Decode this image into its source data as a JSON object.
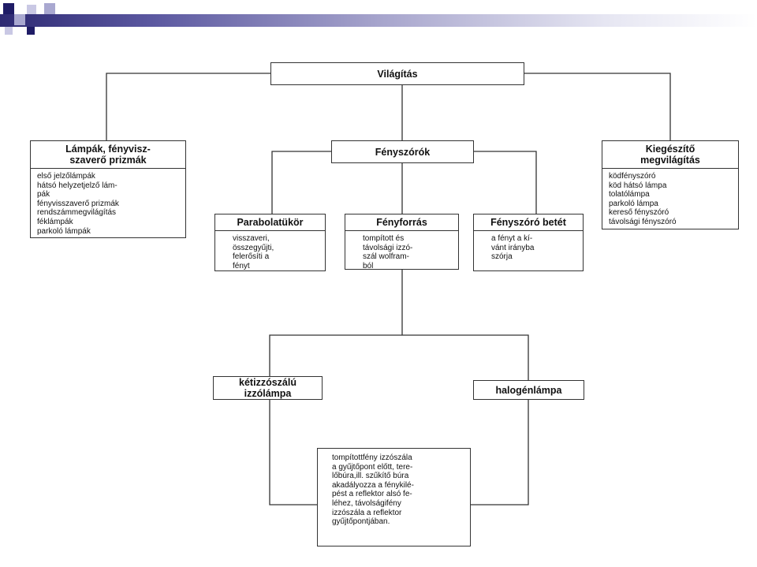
{
  "title": "Világítás",
  "lamps": {
    "title_lines": [
      "Lámpák, fényvisz-",
      "szaverő prizmák"
    ],
    "items": [
      "első jelzőlámpák",
      "hátsó helyzetjelző lám-",
      "pák",
      "fényvisszaverő prizmák",
      "rendszámmegvilágítás",
      "féklámpák",
      "parkoló lámpák"
    ]
  },
  "headlights": {
    "title": "Fényszórók"
  },
  "extra": {
    "title_lines": [
      "Kiegészítő",
      "megvilágítás"
    ],
    "items": [
      "ködfényszóró",
      "köd hátsó lámpa",
      "tolatólámpa",
      "parkoló lámpa",
      "kereső fényszóró",
      "távolsági fényszóró"
    ]
  },
  "parabola": {
    "title": "Parabolatükör",
    "items": [
      "visszaveri,",
      "összegyűjti,",
      "felerősíti a",
      "fényt"
    ]
  },
  "source": {
    "title": "Fényforrás",
    "items": [
      "tompított és",
      "távolsági izzó-",
      "szál wolfram-",
      "ból"
    ]
  },
  "insert": {
    "title": "Fényszóró betét",
    "items": [
      "a fényt a kí-",
      "vánt irányba",
      "szórja"
    ]
  },
  "twin": {
    "title_lines": [
      "kétizzószálú",
      "izzólámpa"
    ]
  },
  "halogen": {
    "title": "halogénlámpa"
  },
  "note": {
    "lines": [
      "tompítottfény izzószála",
      "a gyűjtőpont előtt, tere-",
      "lőbúra,ill. szűkítő búra",
      "akadályozza a fénykilé-",
      "pést a reflektor alsó fe-",
      "léhez, távolságifény",
      "izzószála a reflektor",
      "gyűjtőpontjában."
    ]
  }
}
